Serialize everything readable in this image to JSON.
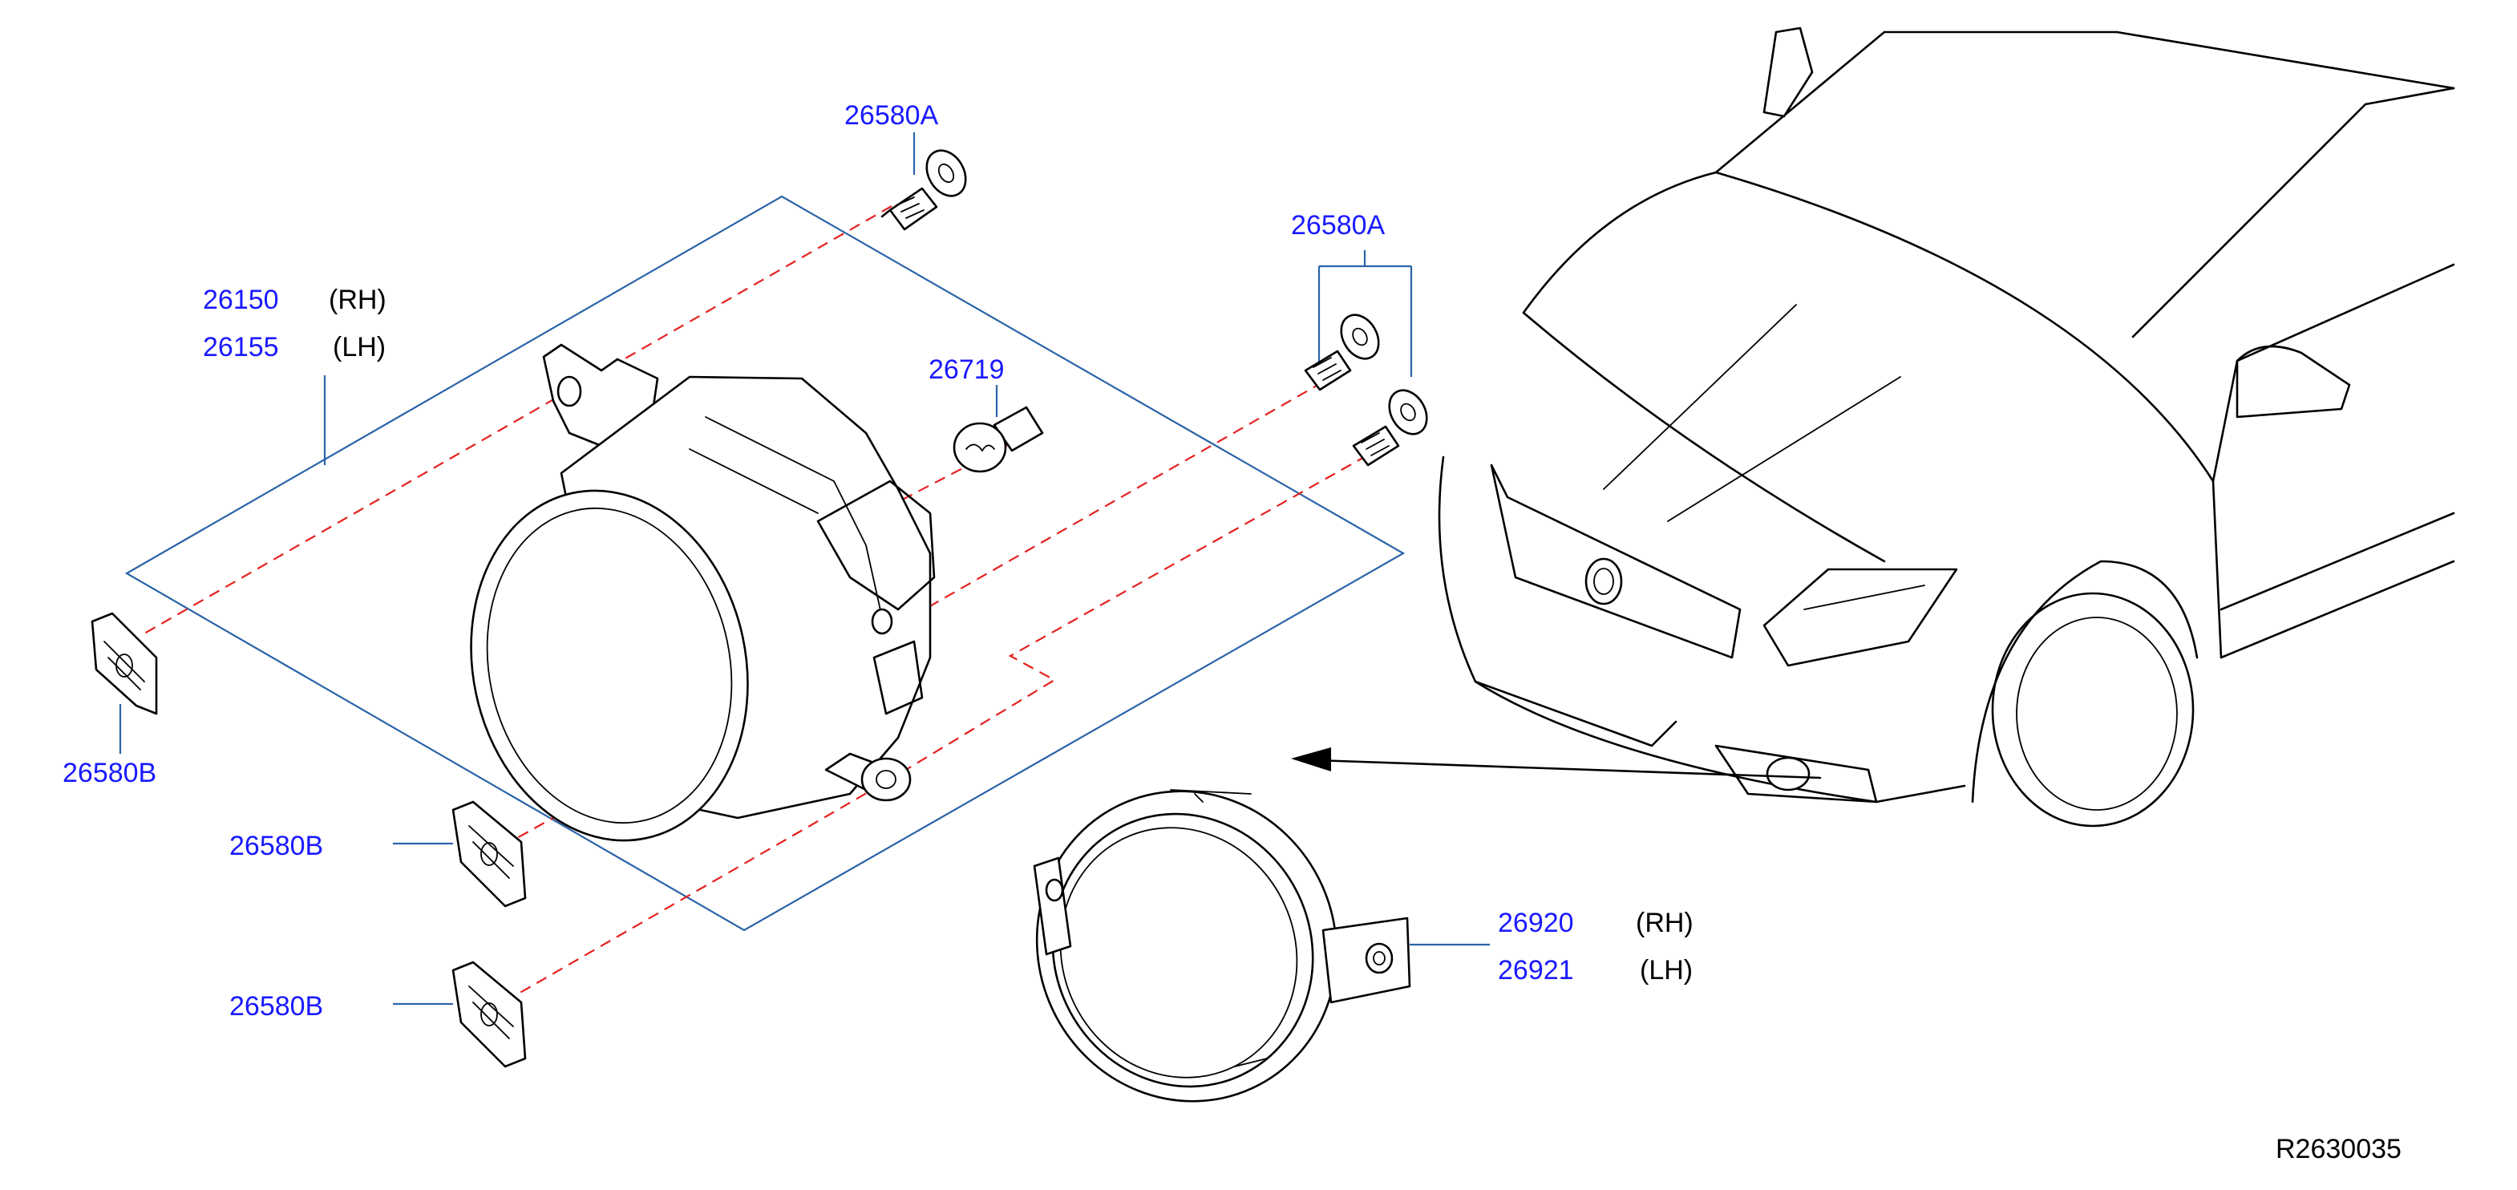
{
  "diagram": {
    "labels": {
      "screw_top": "26580A",
      "screw_right": "26580A",
      "fog_lamp_rh_num": "26150",
      "fog_lamp_rh_side": "(RH)",
      "fog_lamp_lh_num": "26155",
      "fog_lamp_lh_side": "(LH)",
      "bulb": "26719",
      "clip_left": "26580B",
      "clip_mid": "26580B",
      "clip_low": "26580B",
      "bracket_rh_num": "26920",
      "bracket_rh_side": "(RH)",
      "bracket_lh_num": "26921",
      "bracket_lh_side": "(LH)"
    },
    "reference_code": "R2630035",
    "colors": {
      "part_number": "#1a1aff",
      "leader_line": "#2a63a8",
      "dashed_guide": "#e52020",
      "line_art": "#000000"
    }
  }
}
